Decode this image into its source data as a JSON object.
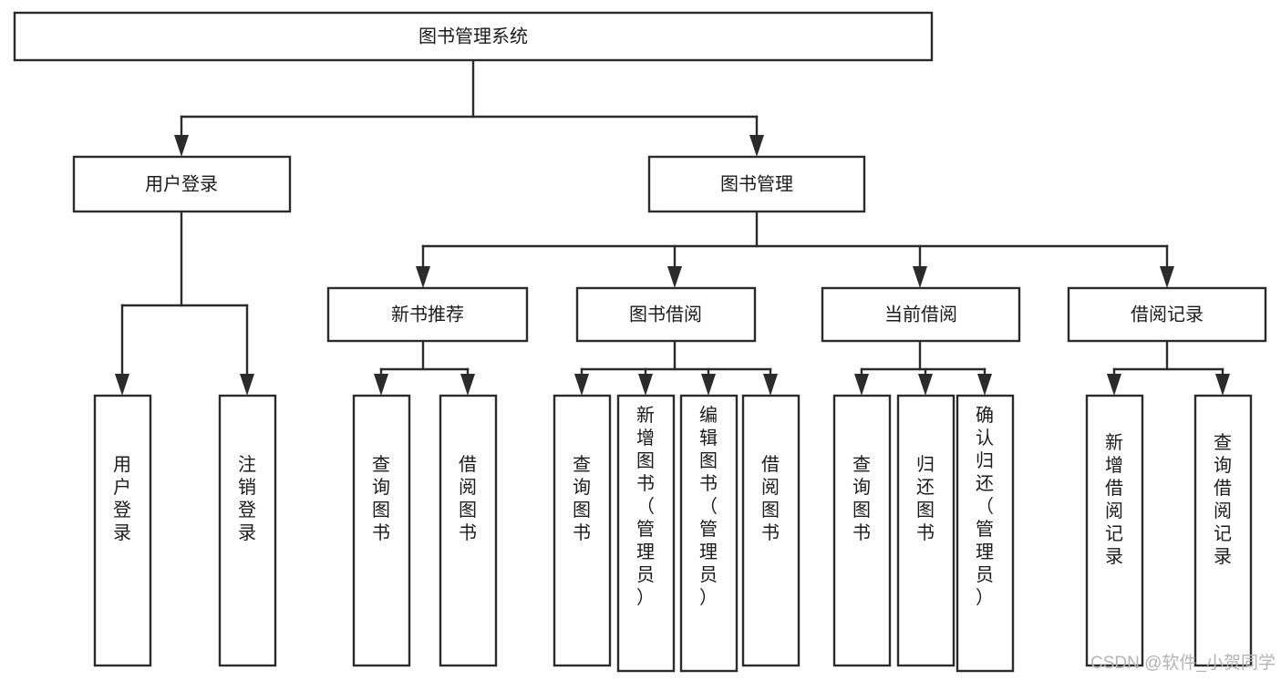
{
  "diagram": {
    "title": "图书管理系统",
    "type": "tree-hierarchy-chart",
    "root": {
      "id": "root",
      "label": "图书管理系统"
    },
    "level2": [
      {
        "id": "user-login",
        "label": "用户登录"
      },
      {
        "id": "book-manage",
        "label": "图书管理"
      }
    ],
    "level3": [
      {
        "id": "new-book-recommend",
        "label": "新书推荐",
        "parent": "book-manage"
      },
      {
        "id": "book-borrow",
        "label": "图书借阅",
        "parent": "book-manage"
      },
      {
        "id": "current-borrow",
        "label": "当前借阅",
        "parent": "book-manage"
      },
      {
        "id": "borrow-record",
        "label": "借阅记录",
        "parent": "book-manage"
      }
    ],
    "leaves": {
      "user-login": [
        {
          "id": "leaf-user-login",
          "label": "用户登录"
        },
        {
          "id": "leaf-logout",
          "label": "注销登录"
        }
      ],
      "new-book-recommend": [
        {
          "id": "leaf-query-book-1",
          "label": "查询图书"
        },
        {
          "id": "leaf-borrow-book-1",
          "label": "借阅图书"
        }
      ],
      "book-borrow": [
        {
          "id": "leaf-query-book-2",
          "label": "查询图书"
        },
        {
          "id": "leaf-add-book",
          "label": "新增图书（管理员）"
        },
        {
          "id": "leaf-edit-book",
          "label": "编辑图书（管理员）"
        },
        {
          "id": "leaf-borrow-book-2",
          "label": "借阅图书"
        }
      ],
      "current-borrow": [
        {
          "id": "leaf-query-book-3",
          "label": "查询图书"
        },
        {
          "id": "leaf-return-book",
          "label": "归还图书"
        },
        {
          "id": "leaf-confirm-return",
          "label": "确认归还（管理员）"
        }
      ],
      "borrow-record": [
        {
          "id": "leaf-add-record",
          "label": "新增借阅记录"
        },
        {
          "id": "leaf-query-record",
          "label": "查询借阅记录"
        }
      ]
    }
  },
  "watermark": {
    "text": "CSDN @软件_小贺同学"
  },
  "colors": {
    "stroke": "#2b2b2b",
    "fill": "#ffffff",
    "text": "#1b1b1b",
    "watermark": "#b4b4b4"
  }
}
